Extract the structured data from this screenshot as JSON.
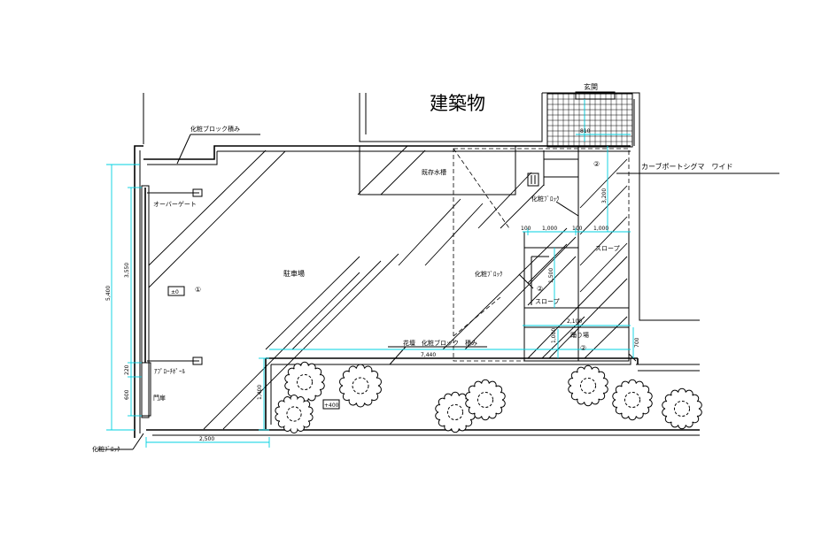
{
  "labels": {
    "building": "建築物",
    "entrance": "玄関",
    "existing_tank": "既存水槽",
    "parking": "駐車場",
    "over_gate": "オーバーゲート",
    "approach_pole": "ｱﾌﾟﾛｰﾁﾎﾟｰﾙ",
    "gate_post": "門扉",
    "block_stack": "化粧ブロック積み",
    "block_left": "化粧ﾌﾞﾛｯｸ",
    "block_mid": "化粧ﾌﾞﾛｯｸ",
    "block_top": "化粧ﾌﾞﾛｯｸ",
    "carport": "カーブポートシグマ　ワイド",
    "slope_upper": "スロープ",
    "slope_lower": "スロープ",
    "landing": "踊り場",
    "planter_wall": "花壇　化粧ブロック　積み",
    "circle_1": "①",
    "circle_2a": "②",
    "circle_2b": "②",
    "circle_2c": "②",
    "level_0": "±0",
    "level_400": "+400"
  },
  "dimensions": {
    "total_height": "5,400",
    "gate_height": "3,550",
    "d220": "220",
    "d600": "600",
    "bottom_width": "2,500",
    "planter_height": "1,400",
    "wall_length": "7,440",
    "d700": "700",
    "d3200": "3,200",
    "d1500": "1,500",
    "d100a": "100",
    "d1000a": "1,000",
    "d100b": "100",
    "d1000b": "1,000",
    "d2100": "2,100",
    "d1000c": "1,000",
    "d810": "810"
  },
  "colors": {
    "line": "#000000",
    "dimension": "#00d0e0",
    "background": "#ffffff"
  }
}
